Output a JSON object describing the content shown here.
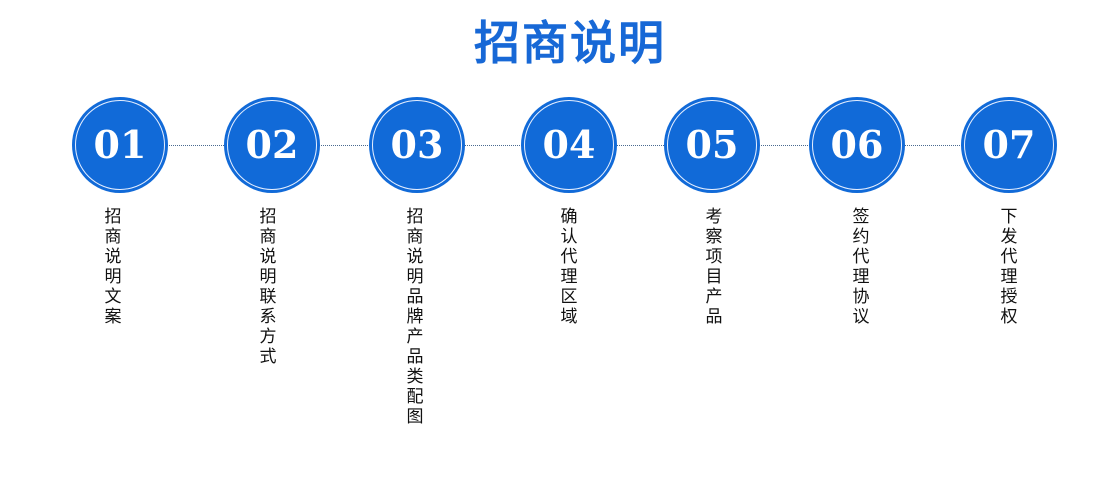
{
  "title": "招商说明",
  "accent": "#116ad8",
  "steps": [
    {
      "num": "01",
      "label": "招商说明文案"
    },
    {
      "num": "02",
      "label": "招商说明联系方式"
    },
    {
      "num": "03",
      "label": "招商说明品牌产品类配图"
    },
    {
      "num": "04",
      "label": "确认代理区域"
    },
    {
      "num": "05",
      "label": "考察项目产品"
    },
    {
      "num": "06",
      "label": "签约代理协议"
    },
    {
      "num": "07",
      "label": "下发代理授权"
    }
  ]
}
